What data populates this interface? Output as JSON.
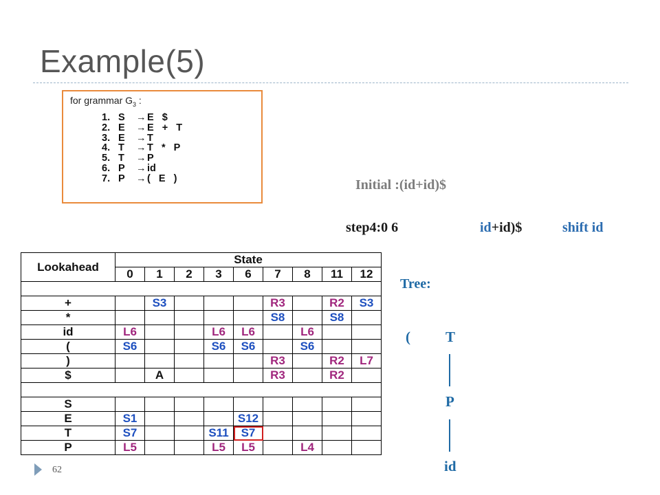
{
  "title": "Example(5)",
  "page_number": "62",
  "grammar": {
    "heading": "for grammar  G",
    "heading_sub": "3",
    "heading_tail": " :",
    "rules": [
      {
        "num": "1.",
        "lhs": "S",
        "arrow": "→",
        "rhs": "E   $"
      },
      {
        "num": "2.",
        "lhs": "E",
        "arrow": "→",
        "rhs": "E   +   T"
      },
      {
        "num": "3.",
        "lhs": "E",
        "arrow": "→",
        "rhs": "T"
      },
      {
        "num": "4.",
        "lhs": "T",
        "arrow": "→",
        "rhs": "T   *   P"
      },
      {
        "num": "5.",
        "lhs": "T",
        "arrow": "→",
        "rhs": "P"
      },
      {
        "num": "6.",
        "lhs": "P",
        "arrow": "→",
        "rhs": "id"
      },
      {
        "num": "7.",
        "lhs": "P",
        "arrow": "→",
        "rhs": "(   E   )"
      }
    ]
  },
  "initial": "Initial :(id+id)$",
  "step": {
    "state": "step4:0 6",
    "input_highlight": "id",
    "input_rest": "+id)$",
    "action": "shift id"
  },
  "tree": {
    "label": "Tree:",
    "paren": "(",
    "nodes": [
      "T",
      "P",
      "id"
    ]
  },
  "table": {
    "lookahead_header": "Lookahead",
    "state_header": "State",
    "states": [
      "0",
      "1",
      "2",
      "3",
      "6",
      "7",
      "8",
      "11",
      "12"
    ],
    "rows": [
      {
        "sym": "+",
        "cells": [
          "",
          "S3",
          "",
          "",
          "",
          "R3",
          "",
          "R2",
          "S3"
        ]
      },
      {
        "sym": "*",
        "cells": [
          "",
          "",
          "",
          "",
          "",
          "S8",
          "",
          "S8",
          ""
        ]
      },
      {
        "sym": "id",
        "cells": [
          "L6",
          "",
          "",
          "L6",
          "L6",
          "",
          "L6",
          "",
          ""
        ]
      },
      {
        "sym": "(",
        "cells": [
          "S6",
          "",
          "",
          "S6",
          "S6",
          "",
          "S6",
          "",
          ""
        ]
      },
      {
        "sym": ")",
        "cells": [
          "",
          "",
          "",
          "",
          "",
          "R3",
          "",
          "R2",
          "L7"
        ]
      },
      {
        "sym": "$",
        "cells": [
          "",
          "A",
          "",
          "",
          "",
          "R3",
          "",
          "R2",
          ""
        ]
      },
      {
        "sym": "S",
        "cells": [
          "",
          "",
          "",
          "",
          "",
          "",
          "",
          "",
          ""
        ]
      },
      {
        "sym": "E",
        "cells": [
          "S1",
          "",
          "",
          "",
          "S12",
          "",
          "",
          "",
          ""
        ]
      },
      {
        "sym": "T",
        "cells": [
          "S7",
          "",
          "",
          "S11",
          "S7",
          "",
          "",
          "",
          ""
        ]
      },
      {
        "sym": "P",
        "cells": [
          "L5",
          "",
          "",
          "L5",
          "L5",
          "",
          "L4",
          "",
          ""
        ]
      }
    ],
    "highlighted_cell": {
      "row": 8,
      "col": 4
    },
    "colors": {
      "shift": "#1d4fbf",
      "reduce": "#a0267d",
      "accept": "#111111",
      "highlight": "#d02020"
    }
  }
}
